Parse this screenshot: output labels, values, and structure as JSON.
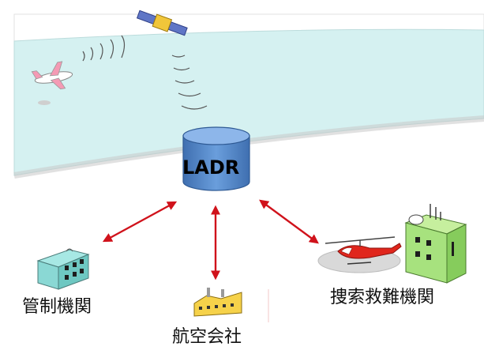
{
  "database": {
    "label": "LADR"
  },
  "nodes": {
    "left": {
      "label": "管制機関"
    },
    "bottom": {
      "label": "航空会社"
    },
    "right": {
      "label": "捜索救難機関"
    }
  },
  "colors": {
    "sky_band": "#d5f1f1",
    "database": "#5b8fd0",
    "arrow": "#d0121b",
    "building_left": "#7ed6d2",
    "building_right": "#a7e27e",
    "factory": "#f6d24a",
    "helicopter": "#e0261c"
  }
}
